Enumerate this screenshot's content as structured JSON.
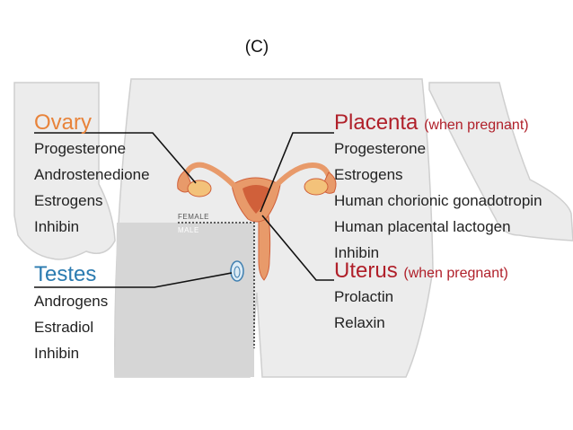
{
  "figure_label": "(C)",
  "colors": {
    "ovary": "#e8833a",
    "testes": "#2b7bb0",
    "placenta": "#b0202a",
    "uterus": "#b0202a",
    "body_fill": "#ececec",
    "body_outline": "#cfcfcf",
    "male_region": "#d6d6d6",
    "organ": "#e89a6a",
    "organ_dark": "#d0603a",
    "organ_light": "#f3c27a",
    "testis_fill": "#dcebf5",
    "testis_stroke": "#3f7fb0"
  },
  "divider": {
    "female": "FEMALE",
    "male": "MALE"
  },
  "ovary": {
    "title": "Ovary",
    "hormones": [
      "Progesterone",
      "Androstenedione",
      "Estrogens",
      "Inhibin"
    ]
  },
  "testes": {
    "title": "Testes",
    "hormones": [
      "Androgens",
      "Estradiol",
      "Inhibin"
    ]
  },
  "placenta": {
    "title": "Placenta",
    "note": "(when pregnant)",
    "hormones": [
      "Progesterone",
      "Estrogens",
      "Human chorionic gonadotropin",
      "Human placental lactogen",
      "Inhibin"
    ]
  },
  "uterus": {
    "title": "Uterus",
    "note": "(when pregnant)",
    "hormones": [
      "Prolactin",
      "Relaxin"
    ]
  }
}
